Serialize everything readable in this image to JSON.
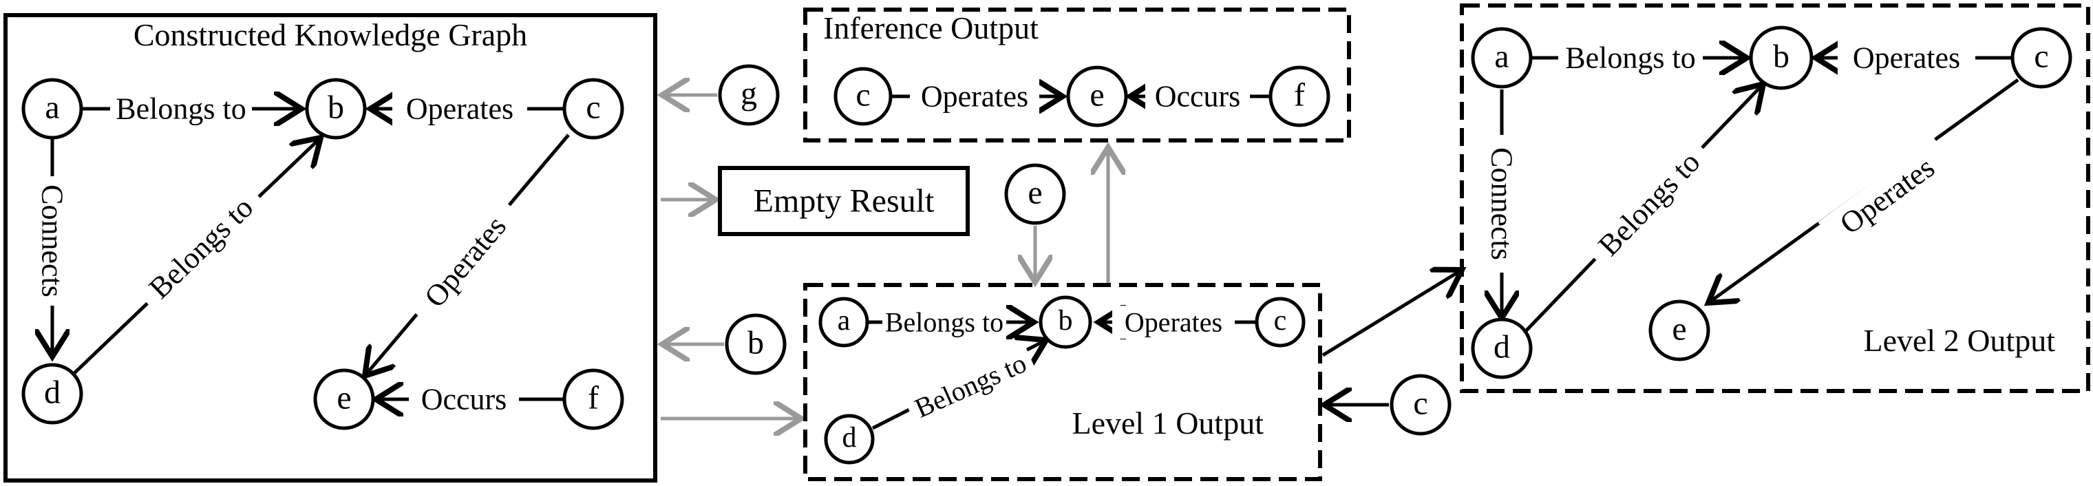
{
  "panels": {
    "kg_title": "Constructed Knowledge Graph",
    "inference_title": "Inference Output",
    "level1_title": "Level 1 Output",
    "level2_title": "Level 2 Output",
    "empty_result": "Empty Result"
  },
  "nodes": {
    "a": "a",
    "b": "b",
    "c": "c",
    "d": "d",
    "e": "e",
    "f": "f",
    "g": "g"
  },
  "relations": {
    "belongs_to": "Belongs to",
    "operates": "Operates",
    "connects": "Connects",
    "occurs": "Occurs"
  },
  "colors": {
    "ink": "#000000",
    "query_arrow": "#9a9a9a",
    "background": "#ffffff"
  }
}
